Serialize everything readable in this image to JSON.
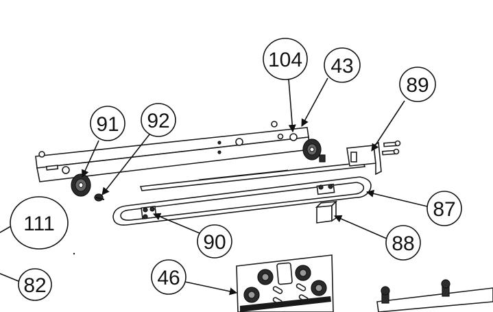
{
  "callouts": {
    "c104": "104",
    "c43": "43",
    "c89": "89",
    "c91": "91",
    "c92": "92",
    "c87": "87",
    "c111": "111",
    "c90": "90",
    "c88": "88",
    "c46": "46",
    "c82": "82"
  },
  "colors": {
    "line": "#111111",
    "background": "#ffffff"
  }
}
